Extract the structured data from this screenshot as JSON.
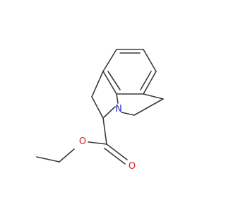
{
  "molecule": {
    "atoms": [
      {
        "symbol": "N",
        "color": "#2a2ab8"
      },
      {
        "symbol": "O",
        "color": "#d62020"
      },
      {
        "symbol": "O",
        "color": "#d62020"
      }
    ]
  }
}
